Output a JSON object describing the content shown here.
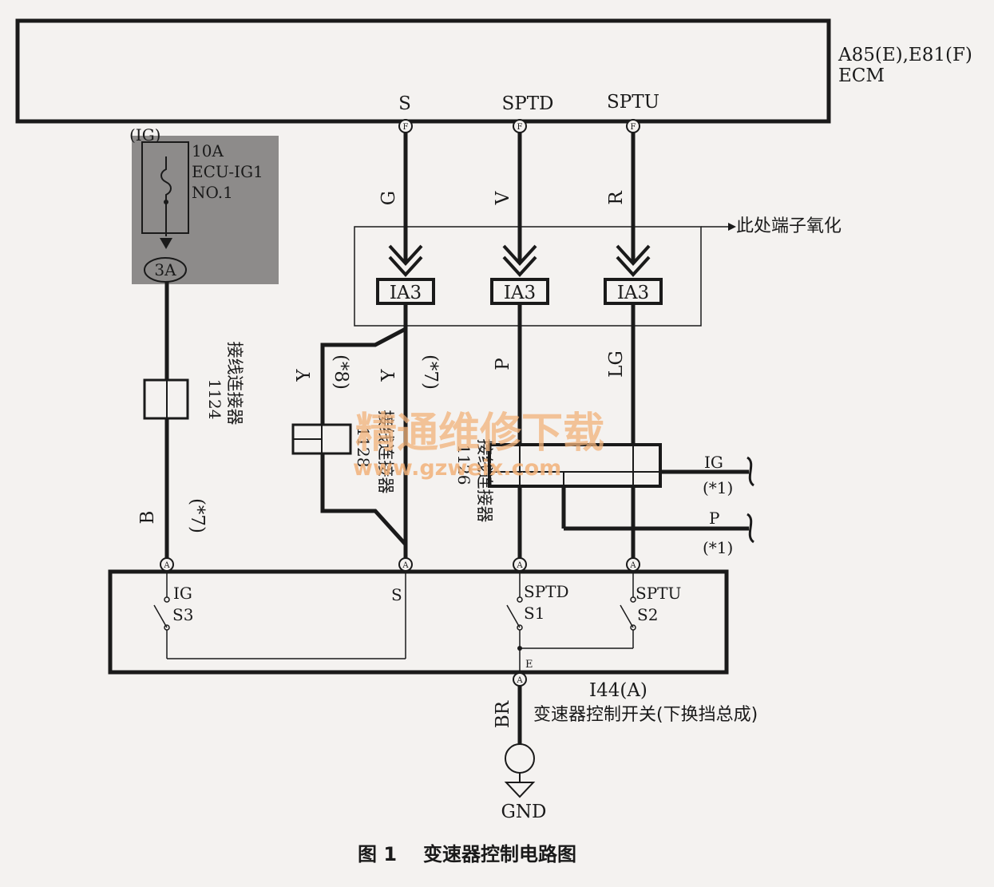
{
  "ecm": {
    "id_line": "A85(E),E81(F)",
    "name": "ECM",
    "pins": [
      "S",
      "SPTD",
      "SPTU"
    ]
  },
  "ecm_connector_letter": "F",
  "fuse": {
    "power": "(IG)",
    "rating": "10A",
    "name": "ECU-IG1",
    "number": "NO.1",
    "node": "3A"
  },
  "junction_1124": {
    "number": "1124",
    "label": "接线连接器"
  },
  "junction_1126": {
    "number": "1126",
    "label": "接线连接器"
  },
  "junction_1128": {
    "number": "1128",
    "label": "接线连接器"
  },
  "inline_connector": "IA3",
  "oxidation_note": "此处端子氧化",
  "wire_colors": {
    "g": "G",
    "v": "V",
    "r": "R",
    "b": "B",
    "y": "Y",
    "p": "P",
    "lg": "LG",
    "br": "BR"
  },
  "notes": {
    "n1": "(*1)",
    "n7": "(*7)",
    "n8": "(*8)"
  },
  "branches": {
    "ig": "IG",
    "p": "P"
  },
  "switch": {
    "connector_letter": "A",
    "ground_pin": "E",
    "pins": [
      "IG",
      "S",
      "SPTD",
      "SPTU"
    ],
    "contacts": [
      "S3",
      "S1",
      "S2"
    ],
    "id": "I44(A)",
    "name": "变速器控制开关(下换挡总成)"
  },
  "ground": "GND",
  "caption": {
    "number": "图 1",
    "title": "变速器控制电路图"
  },
  "watermark": {
    "main": "精通维修下载",
    "url": "www.gzweix.com"
  }
}
